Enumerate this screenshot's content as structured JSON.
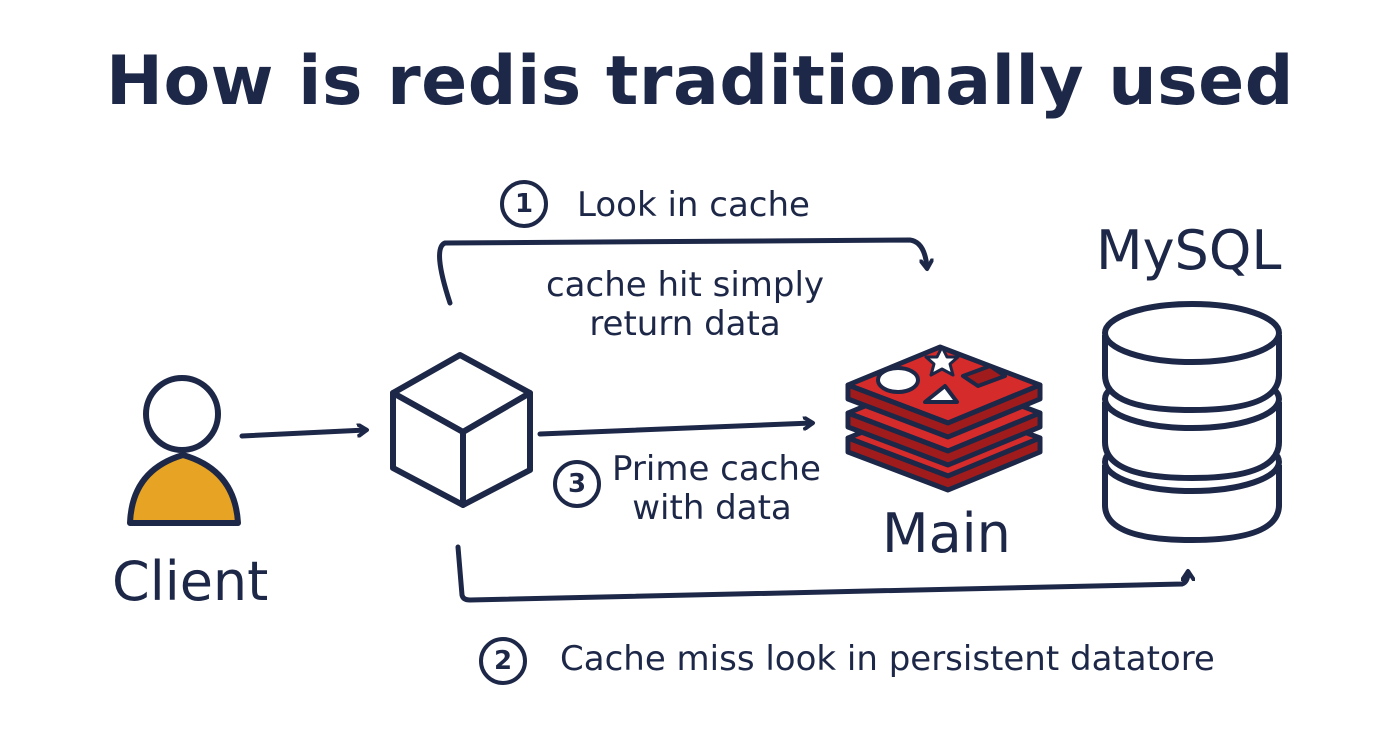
{
  "title": "How is redis traditionally used",
  "nodes": {
    "client": {
      "label": "Client"
    },
    "redis": {
      "label": "Main"
    },
    "mysql": {
      "label": "MySQL"
    }
  },
  "steps": {
    "look_in_cache": {
      "number": "1",
      "label": "Look in cache"
    },
    "cache_miss": {
      "number": "2",
      "label": "Cache miss look in persistent datatore"
    },
    "prime_cache": {
      "number": "3",
      "label_line1": "Prime cache",
      "label_line2": "with data"
    }
  },
  "notes": {
    "cache_hit_line1": "cache hit simply",
    "cache_hit_line2": "return data"
  },
  "colors": {
    "ink": "#1d2747",
    "client_body": "#e6a324",
    "redis_red": "#d52b2b",
    "redis_dark": "#a01c1c"
  }
}
